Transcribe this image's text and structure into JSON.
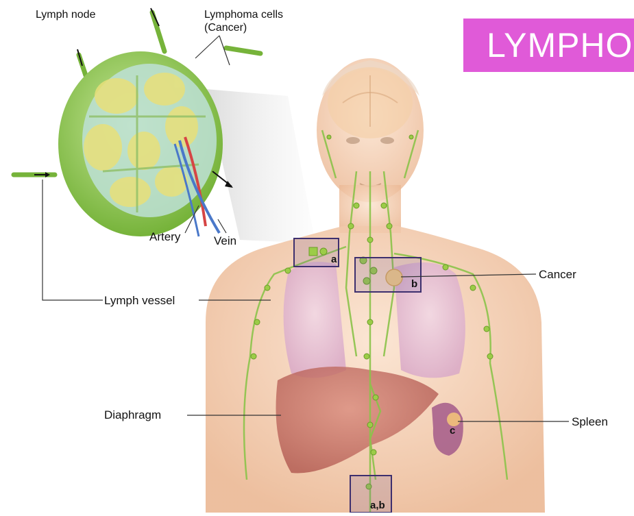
{
  "banner": {
    "title": "LYMPHOM"
  },
  "inset": {
    "lymph_node_label": "Lymph node",
    "lymphoma_cells_label": "Lymphoma cells",
    "lymphoma_cells_sublabel": "(Cancer)",
    "artery_label": "Artery",
    "vein_label": "Vein"
  },
  "labels": {
    "lymph_vessel": "Lymph vessel",
    "cancer": "Cancer",
    "diaphragm": "Diaphragm",
    "spleen": "Spleen"
  },
  "region_markers": {
    "a": "a",
    "b": "b",
    "c": "c",
    "ab": "a,b"
  },
  "colors": {
    "banner": "#e05ad8",
    "lymph_green": "#8bc34a",
    "node_yellow": "#e8e07a",
    "artery": "#d64545",
    "vein": "#4a78c9",
    "marker_box": "#4a3a7a"
  }
}
